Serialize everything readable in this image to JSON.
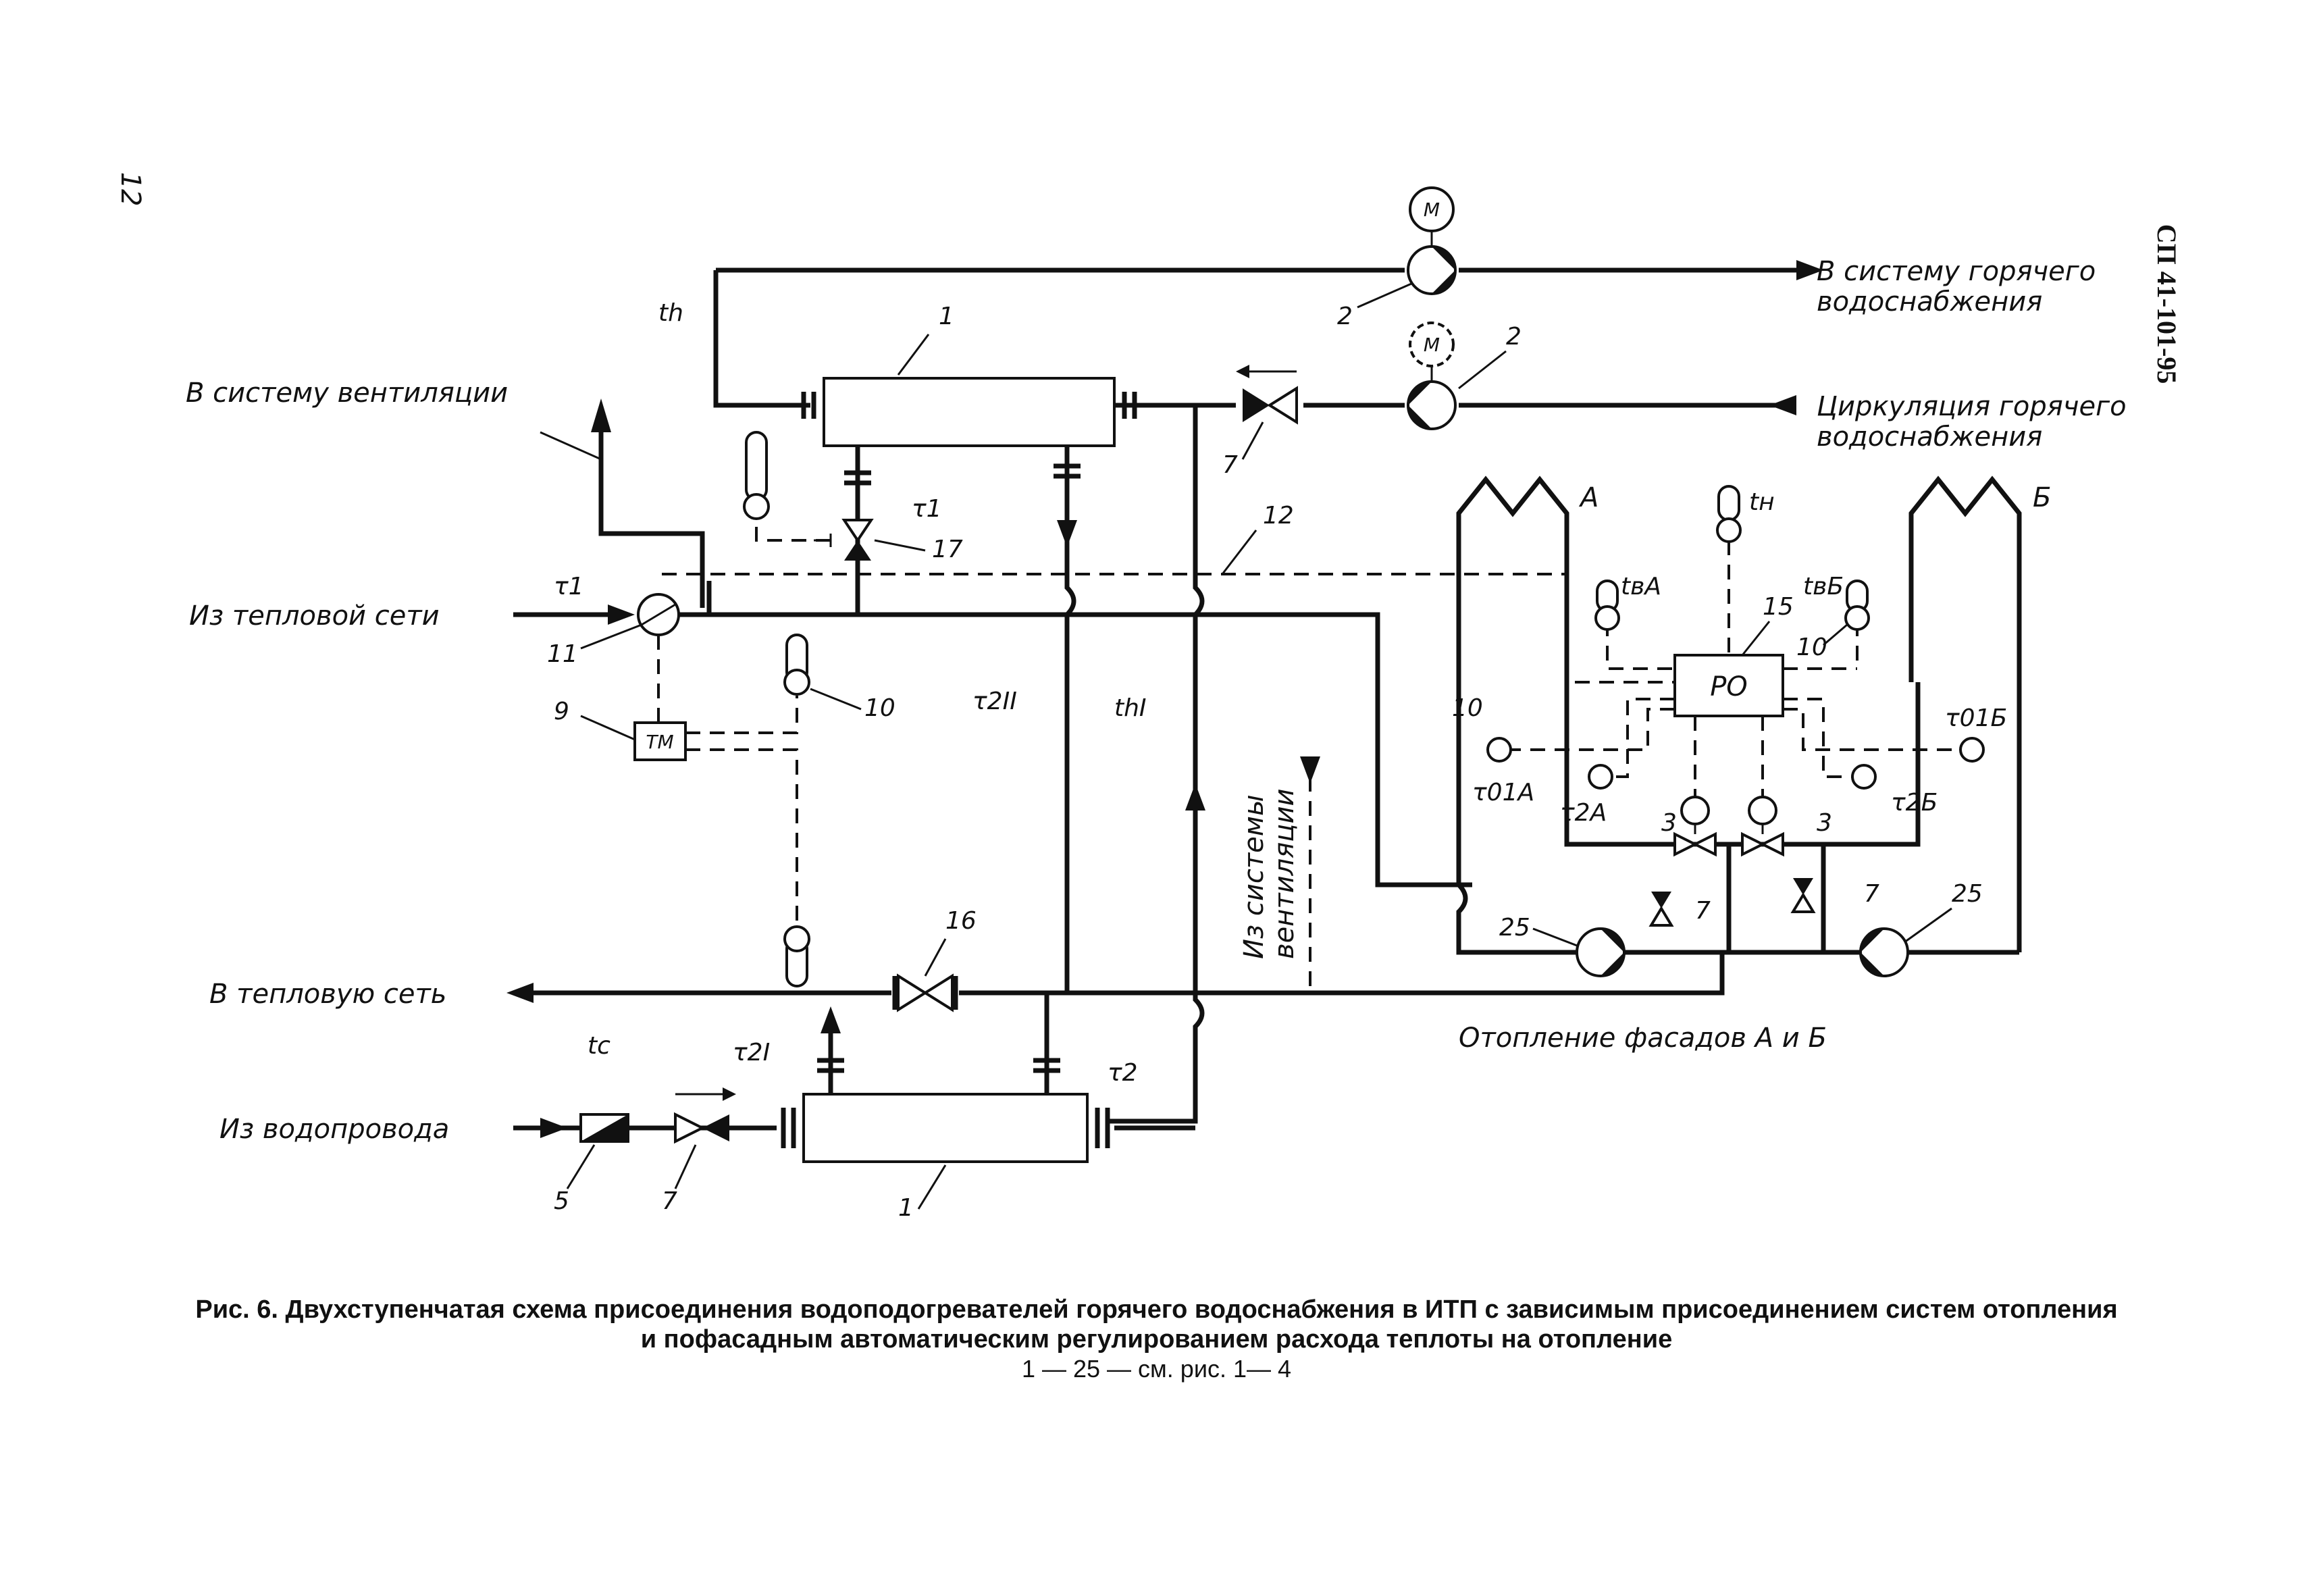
{
  "page": {
    "number": "12",
    "doc_code": "СП 41-101-95"
  },
  "labels": {
    "to_ventilation": "В системy вентиляции",
    "from_heat_network": "Из тепловой сети",
    "to_heat_network": "В тепловую сеть",
    "from_water_supply": "Из водопровода",
    "to_hot_water": "В системy горячего водоснабжения",
    "to_hot_water_l1": "В системy горячего",
    "to_hot_water_l2": "водоснабжения",
    "circulation_l1": "Циркуляция горячего",
    "circulation_l2": "водоснабжения",
    "from_ventilation_l1": "Из системы",
    "from_ventilation_l2": "вентиляции",
    "facade_heating": "Отопление фасадов А и Б",
    "facade_a": "А",
    "facade_b": "Б",
    "controller": "РО",
    "heat_meter": "ТМ",
    "motor": "М"
  },
  "symbols": {
    "t_h": "th",
    "tau_1": "τ1",
    "tau_2": "τ2",
    "tau_2_I": "τ2I",
    "tau_2_II": "τ2II",
    "t_h_I": "thI",
    "t_c": "tc",
    "t_n": "tн",
    "t_v_A": "tвА",
    "t_v_B": "tвБ",
    "tau_01_A": "τ01А",
    "tau_01_B": "τ01Б",
    "tau_2_A": "τ2А",
    "tau_2_B": "τ2Б"
  },
  "numbers": [
    "1",
    "2",
    "3",
    "5",
    "7",
    "9",
    "10",
    "11",
    "12",
    "15",
    "16",
    "17",
    "25"
  ],
  "caption": {
    "line1": "Рис. 6. Двухступенчатая схема присоединения водоподогревателей горячего водоснабжения в ИТП с зависимым присоединением систем отопления",
    "line2": "и пофасадным автоматическим регулированием расхода теплоты на отопление",
    "line3": "1 — 25 — см. рис. 1— 4"
  }
}
